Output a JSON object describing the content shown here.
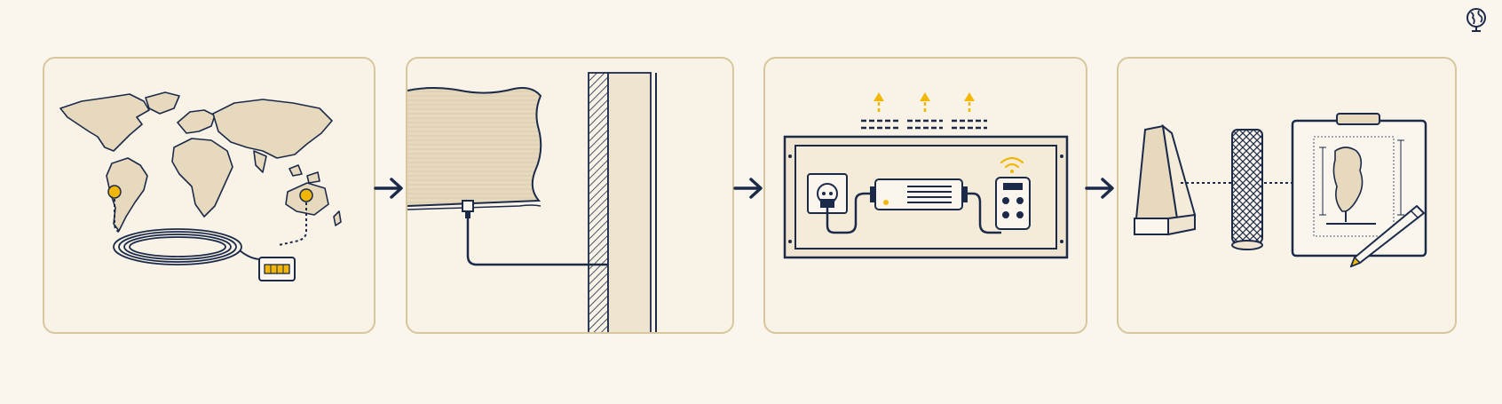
{
  "colors": {
    "background": "#faf6ee",
    "panel_border": "#d8c79c",
    "panel_fill": "#f8f3e6",
    "navy": "#1c2a4a",
    "beige": "#e6d9bd",
    "accent_yellow": "#f2b705"
  },
  "icons": {
    "corner": "globe-icon",
    "step_arrow": "arrow-right-icon",
    "panel_1": [
      "world-map-icon",
      "location-pin-icon",
      "cable-coil-icon",
      "connector-icon"
    ],
    "panel_2": [
      "wall-panel-icon",
      "cable-icon",
      "wall-cavity-icon"
    ],
    "panel_3": [
      "heat-rising-icon",
      "power-outlet-icon",
      "control-unit-icon",
      "wireless-icon",
      "remote-control-icon"
    ],
    "panel_4": [
      "insulation-block-icon",
      "mesh-sleeve-icon",
      "clipboard-icon",
      "pencil-icon"
    ]
  },
  "panels": [
    {
      "id": "step-1-global-sourcing"
    },
    {
      "id": "step-2-cable-installation"
    },
    {
      "id": "step-3-power-and-control"
    },
    {
      "id": "step-4-materials-and-plan"
    }
  ]
}
